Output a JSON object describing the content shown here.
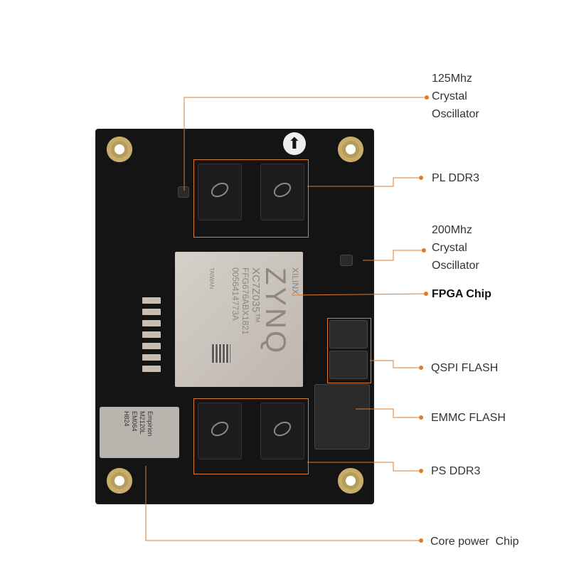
{
  "labels": {
    "crystal_125": [
      "125Mhz",
      "Crystal",
      "Oscillator"
    ],
    "pl_ddr3": "PL DDR3",
    "crystal_200": [
      "200Mhz",
      "Crystal",
      "Oscillator"
    ],
    "fpga_chip": "FPGA Chip",
    "qspi_flash": "QSPI FLASH",
    "emmc_flash": "EMMC FLASH",
    "ps_ddr3": "PS DDR3",
    "core_power": "Core power  Chip"
  },
  "fpga_marking": [
    "XILINX",
    "ZYNQ",
    "XC7Z035™",
    "FFG676ABX1821",
    "0056414773A",
    "TAIWAN"
  ],
  "pmic_marking": [
    "Empirion",
    "M2120L",
    "EM064",
    "H824"
  ],
  "colors": {
    "accent": "#e07b2a",
    "board": "#141414"
  }
}
